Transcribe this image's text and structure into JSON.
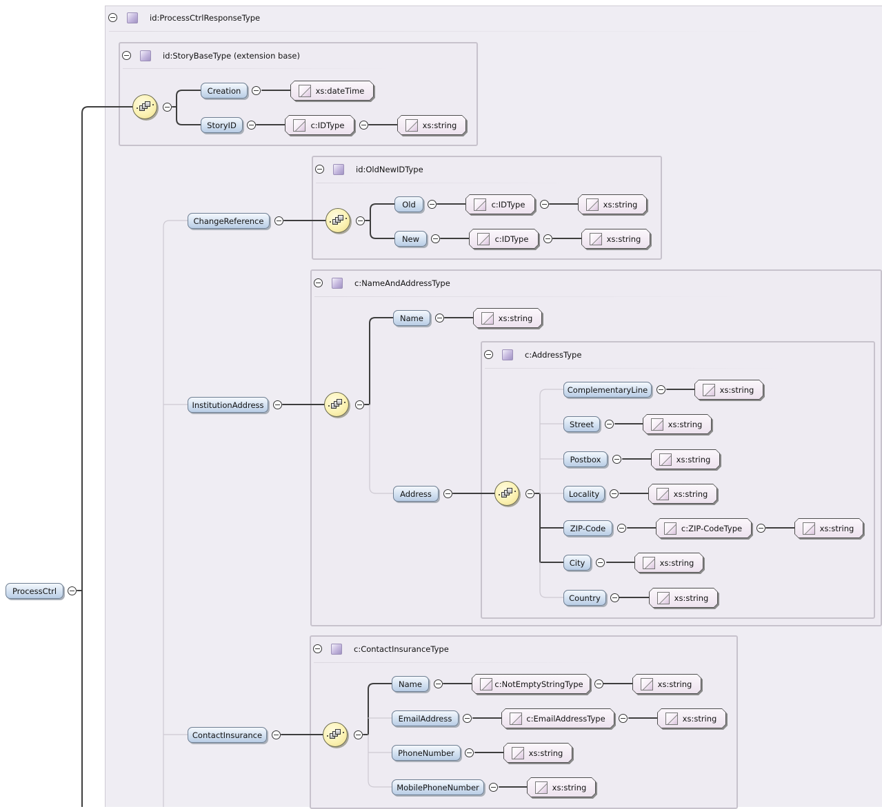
{
  "root_element": "ProcessCtrl",
  "groups": {
    "process_ctrl_response": "id:ProcessCtrlResponseType",
    "story_base": "id:StoryBaseType (extension base)",
    "old_new_id": "id:OldNewIDType",
    "name_and_address": "c:NameAndAddressType",
    "address": "c:AddressType",
    "contact_insurance": "c:ContactInsuranceType"
  },
  "elements": {
    "creation": "Creation",
    "story_id": "StoryID",
    "change_reference": "ChangeReference",
    "old": "Old",
    "new": "New",
    "institution_address": "InstitutionAddress",
    "name": "Name",
    "address": "Address",
    "complementary_line": "ComplementaryLine",
    "street": "Street",
    "postbox": "Postbox",
    "locality": "Locality",
    "zip_code": "ZIP-Code",
    "city": "City",
    "country": "Country",
    "contact_insurance": "ContactInsurance",
    "contact_name": "Name",
    "email_address": "EmailAddress",
    "phone_number": "PhoneNumber",
    "mobile_phone_number": "MobilePhoneNumber"
  },
  "types": {
    "date_time": "xs:dateTime",
    "string": "xs:string",
    "id_type": "c:IDType",
    "zip_code_type": "c:ZIP-CodeType",
    "not_empty_string_type": "c:NotEmptyStringType",
    "email_address_type": "c:EmailAddressType"
  },
  "colors": {
    "element_fill": "#d3e1f1",
    "type_fill": "#f3edf3",
    "sequence_fill": "#fbf2b3",
    "group_fill": "#eeebf2"
  },
  "icons": {
    "collapse": "minus-circle-icon",
    "group": "complex-type-icon",
    "type": "simple-type-icon",
    "sequence": "sequence-compositor-icon"
  }
}
